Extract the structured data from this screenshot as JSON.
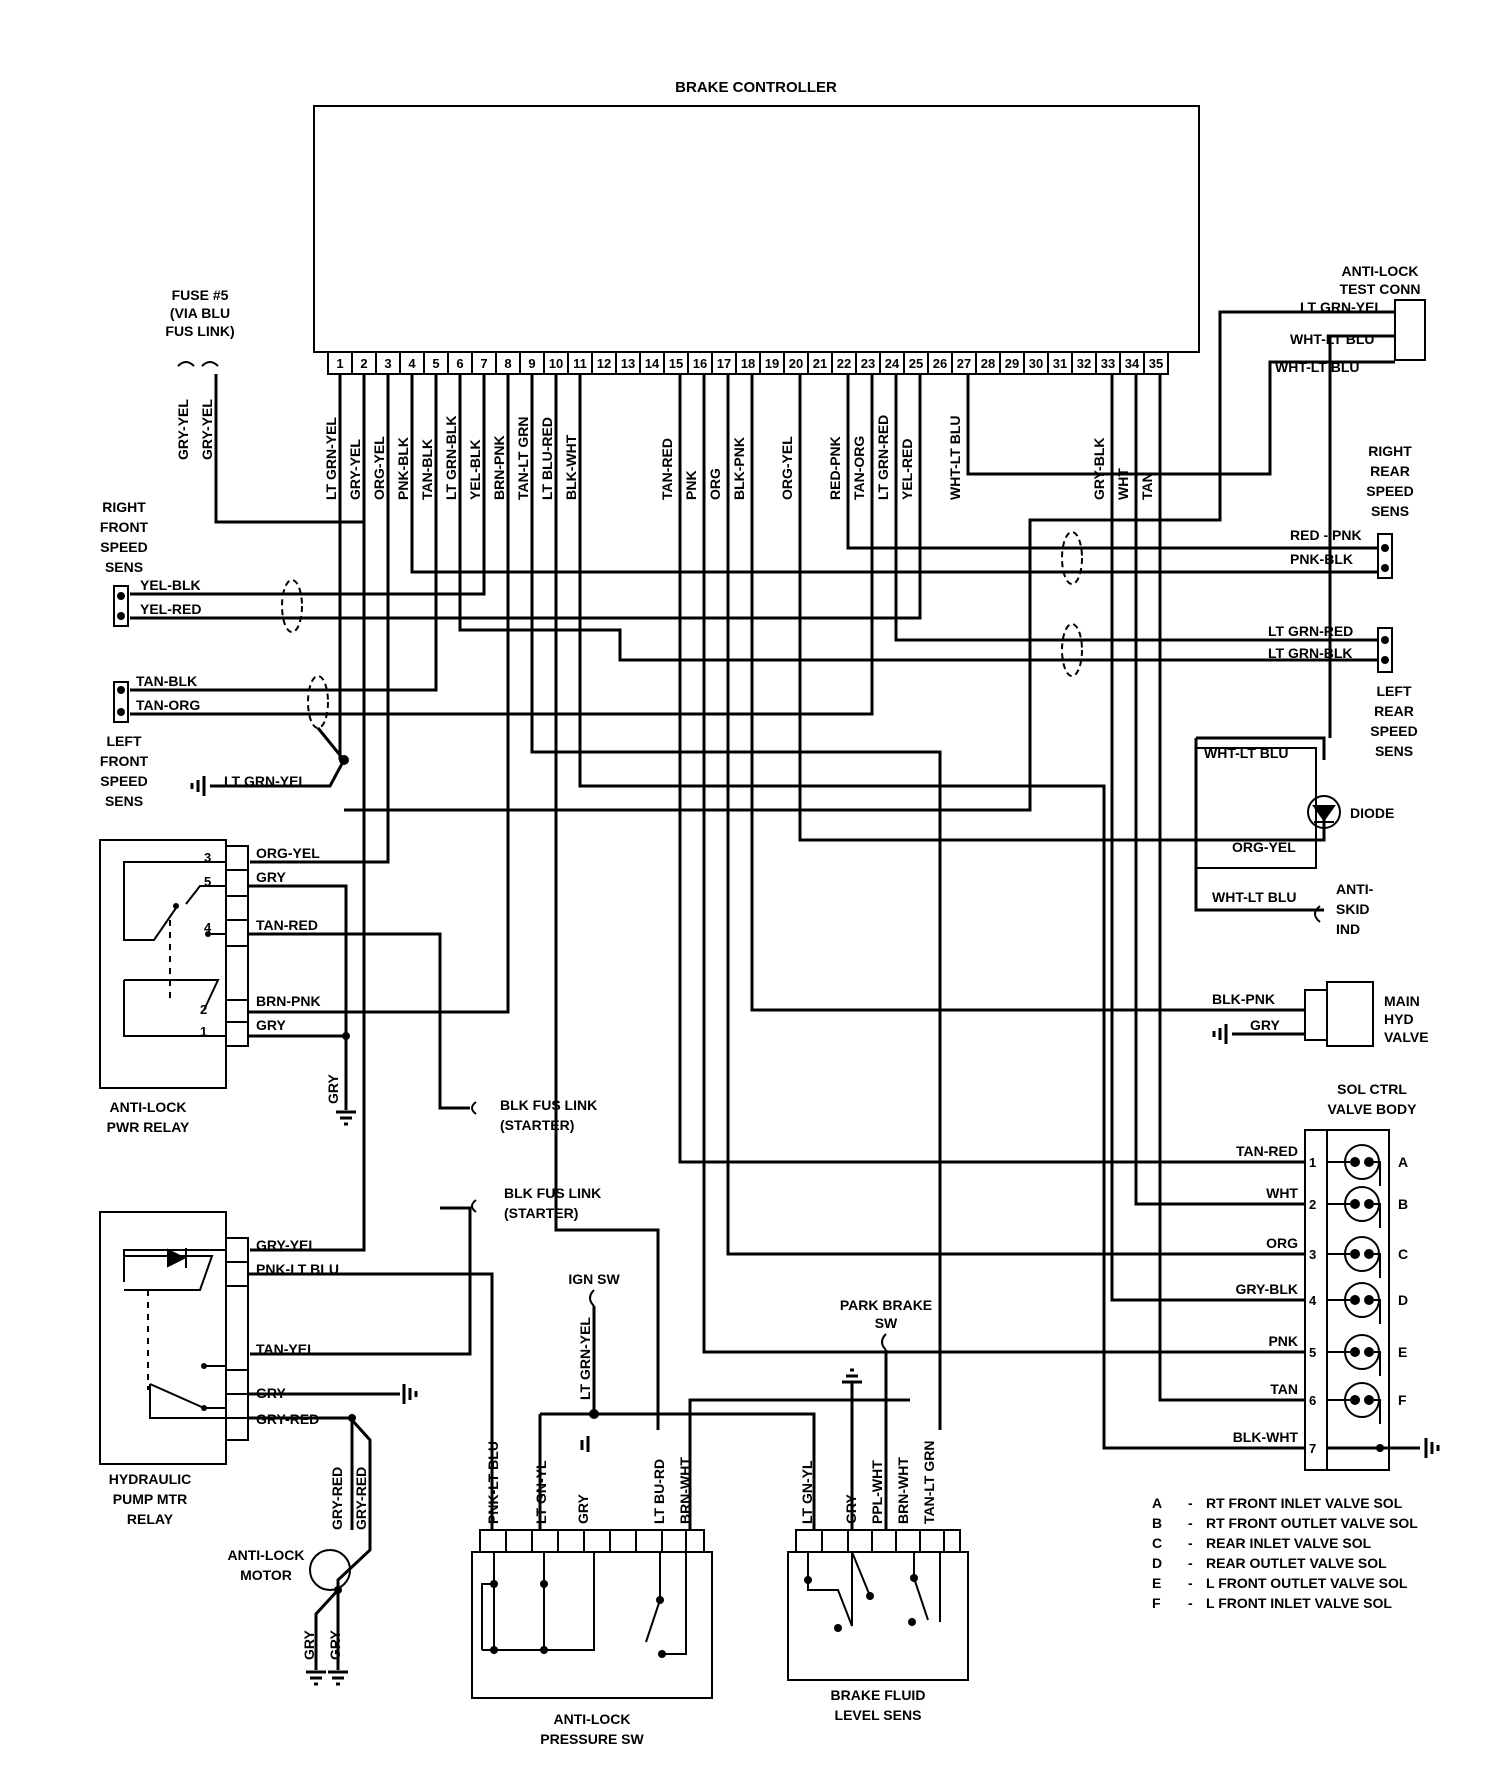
{
  "title": "BRAKE CONTROLLER",
  "controller_pins": [
    "1",
    "2",
    "3",
    "4",
    "5",
    "6",
    "7",
    "8",
    "9",
    "10",
    "11",
    "12",
    "13",
    "14",
    "15",
    "16",
    "17",
    "18",
    "19",
    "20",
    "21",
    "22",
    "23",
    "24",
    "25",
    "26",
    "27",
    "28",
    "29",
    "30",
    "31",
    "32",
    "33",
    "34",
    "35"
  ],
  "controller_wire_labels": [
    {
      "pin": "1",
      "text": "LT GRN-YEL"
    },
    {
      "pin": "2",
      "text": "GRY-YEL"
    },
    {
      "pin": "3",
      "text": "ORG-YEL"
    },
    {
      "pin": "4",
      "text": "PNK-BLK"
    },
    {
      "pin": "5",
      "text": "TAN-BLK"
    },
    {
      "pin": "6",
      "text": "LT GRN-BLK"
    },
    {
      "pin": "7",
      "text": "YEL-BLK"
    },
    {
      "pin": "8",
      "text": "BRN-PNK"
    },
    {
      "pin": "9",
      "text": "TAN-LT GRN"
    },
    {
      "pin": "10",
      "text": "LT BLU-RED"
    },
    {
      "pin": "11",
      "text": "BLK-WHT"
    },
    {
      "pin": "15",
      "text": "TAN-RED"
    },
    {
      "pin": "16",
      "text": "PNK"
    },
    {
      "pin": "17",
      "text": "ORG"
    },
    {
      "pin": "18",
      "text": "BLK-PNK"
    },
    {
      "pin": "20",
      "text": "ORG-YEL"
    },
    {
      "pin": "22",
      "text": "RED-PNK"
    },
    {
      "pin": "23",
      "text": "TAN-ORG"
    },
    {
      "pin": "24",
      "text": "LT GRN-RED"
    },
    {
      "pin": "25",
      "text": "YEL-RED"
    },
    {
      "pin": "27",
      "text": "WHT-LT BLU"
    },
    {
      "pin": "33",
      "text": "GRY-BLK"
    },
    {
      "pin": "34",
      "text": "WHT"
    },
    {
      "pin": "35",
      "text": "TAN"
    }
  ],
  "fuse": {
    "line1": "FUSE #5",
    "line2": "(VIA BLU",
    "line3": "FUS LINK)",
    "wire1": "GRY-YEL",
    "wire2": "GRY-YEL"
  },
  "test_conn": {
    "line1": "ANTI-LOCK",
    "line2": "TEST CONN",
    "w1": "LT GRN-YEL",
    "w2": "WHT-LT BLU",
    "w3": "WHT-LT BLU"
  },
  "rr_sensor": {
    "line1": "RIGHT",
    "line2": "REAR",
    "line3": "SPEED",
    "line4": "SENS",
    "w1": "RED - PNK",
    "w2": "PNK-BLK"
  },
  "lr_sensor": {
    "line1": "LEFT",
    "line2": "REAR",
    "line3": "SPEED",
    "line4": "SENS",
    "w1": "LT GRN-RED",
    "w2": "LT GRN-BLK"
  },
  "rf_sensor": {
    "line1": "RIGHT",
    "line2": "FRONT",
    "line3": "SPEED",
    "line4": "SENS",
    "w1": "YEL-BLK",
    "w2": "YEL-RED"
  },
  "lf_sensor": {
    "line1": "LEFT",
    "line2": "FRONT",
    "line3": "SPEED",
    "line4": "SENS",
    "w1": "TAN-BLK",
    "w2": "TAN-ORG"
  },
  "ground_wire": "LT GRN-YEL",
  "diode": {
    "label": "DIODE",
    "w1": "WHT-LT BLU",
    "w2": "ORG-YEL",
    "w3": "WHT-LT BLU"
  },
  "anti_skid": {
    "line1": "ANTI-",
    "line2": "SKID",
    "line3": "IND"
  },
  "pwr_relay": {
    "line1": "ANTI-LOCK",
    "line2": "PWR RELAY",
    "pins": [
      "3",
      "5",
      "4",
      "2",
      "1"
    ],
    "wires": [
      "ORG-YEL",
      "GRY",
      "TAN-RED",
      "BRN-PNK",
      "GRY"
    ],
    "gnd": "GRY"
  },
  "fus_link_1": {
    "line1": "BLK FUS LINK",
    "line2": "(STARTER)"
  },
  "fus_link_2": {
    "line1": "BLK FUS LINK",
    "line2": "(STARTER)"
  },
  "main_hyd": {
    "line1": "MAIN",
    "line2": "HYD",
    "line3": "VALVE",
    "w1": "BLK-PNK",
    "w2": "GRY"
  },
  "sol_body": {
    "line1": "SOL CTRL",
    "line2": "VALVE BODY",
    "pins": [
      "1",
      "2",
      "3",
      "4",
      "5",
      "6",
      "7"
    ],
    "wires": [
      "TAN-RED",
      "WHT",
      "ORG",
      "GRY-BLK",
      "PNK",
      "TAN",
      "BLK-WHT"
    ],
    "letters": [
      "A",
      "B",
      "C",
      "D",
      "E",
      "F"
    ]
  },
  "legend": [
    {
      "key": "A",
      "text": "RT FRONT INLET VALVE SOL"
    },
    {
      "key": "B",
      "text": "RT FRONT OUTLET VALVE SOL"
    },
    {
      "key": "C",
      "text": "REAR INLET VALVE SOL"
    },
    {
      "key": "D",
      "text": "REAR OUTLET VALVE SOL"
    },
    {
      "key": "E",
      "text": "L FRONT OUTLET VALVE SOL"
    },
    {
      "key": "F",
      "text": "L FRONT INLET VALVE SOL"
    }
  ],
  "legend_dash": "-",
  "pump_relay": {
    "line1": "HYDRAULIC",
    "line2": "PUMP MTR",
    "line3": "RELAY",
    "wires": [
      "GRY-YEL",
      "PNK-LT BLU",
      "TAN-YEL",
      "GRY",
      "GRY-RED"
    ]
  },
  "motor": {
    "line1": "ANTI-LOCK",
    "line2": "MOTOR",
    "w1": "GRY-RED",
    "w2": "GRY-RED",
    "g1": "GRY",
    "g2": "GRY"
  },
  "ign_sw": {
    "label": "IGN SW",
    "wire": "LT GRN-YEL"
  },
  "park_brake": {
    "line1": "PARK BRAKE",
    "line2": "SW"
  },
  "pressure_sw": {
    "line1": "ANTI-LOCK",
    "line2": "PRESSURE SW",
    "wires": [
      "PNK-LT BLU",
      "LT GN-YL",
      "GRY",
      "LT BU-RD",
      "BRN-WHT"
    ]
  },
  "fluid_sens": {
    "line1": "BRAKE FLUID",
    "line2": "LEVEL SENS",
    "wires": [
      "LT GN-YL",
      "GRY",
      "PPL-WHT",
      "BRN-WHT",
      "TAN-LT GRN"
    ]
  }
}
